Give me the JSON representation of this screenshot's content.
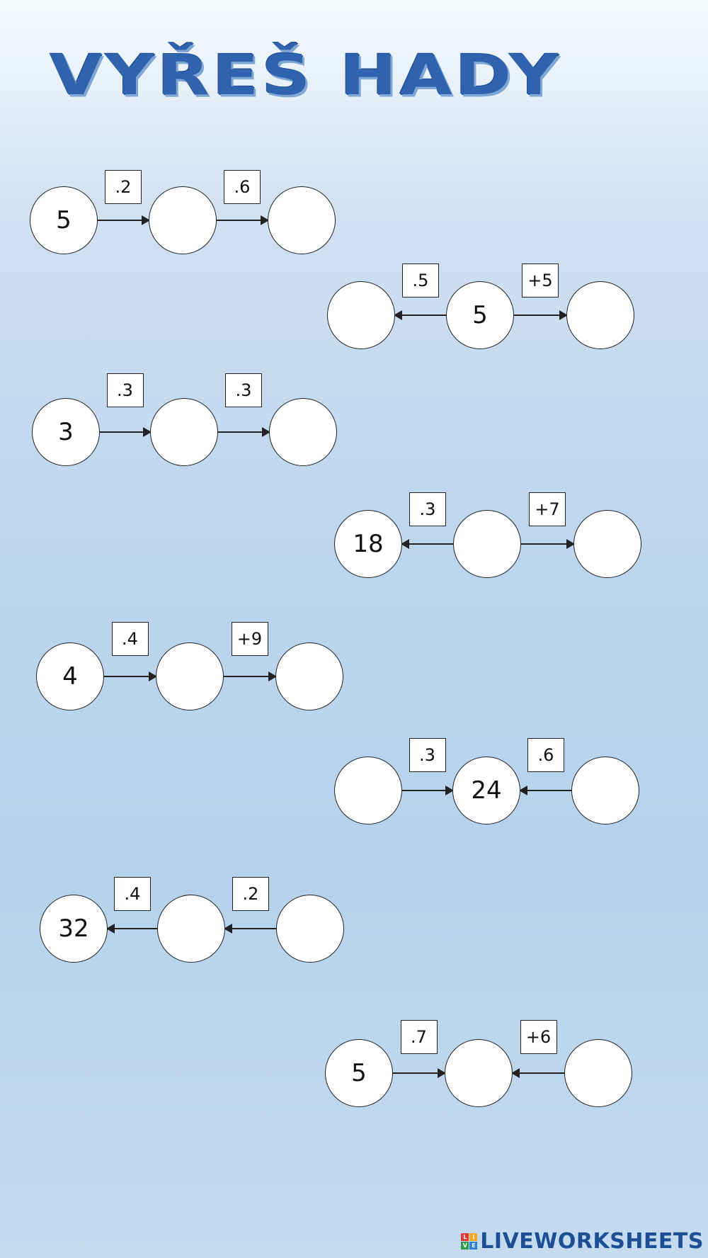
{
  "title": "VYŘEŠ HADY",
  "snakes": [
    {
      "circles": [
        "5",
        "",
        ""
      ],
      "operators": [
        ".2",
        ".6"
      ],
      "arrows": [
        "right",
        "right"
      ]
    },
    {
      "circles": [
        "",
        "5",
        ""
      ],
      "operators": [
        ".5",
        "+5"
      ],
      "arrows": [
        "left",
        "right"
      ]
    },
    {
      "circles": [
        "3",
        "",
        ""
      ],
      "operators": [
        ".3",
        ".3"
      ],
      "arrows": [
        "right",
        "right"
      ]
    },
    {
      "circles": [
        "18",
        "",
        ""
      ],
      "operators": [
        ".3",
        "+7"
      ],
      "arrows": [
        "left",
        "right"
      ]
    },
    {
      "circles": [
        "4",
        "",
        ""
      ],
      "operators": [
        ".4",
        "+9"
      ],
      "arrows": [
        "right",
        "right"
      ]
    },
    {
      "circles": [
        "",
        "24",
        ""
      ],
      "operators": [
        ".3",
        ".6"
      ],
      "arrows": [
        "right",
        "left"
      ]
    },
    {
      "circles": [
        "32",
        "",
        ""
      ],
      "operators": [
        ".4",
        ".2"
      ],
      "arrows": [
        "left",
        "left"
      ]
    },
    {
      "circles": [
        "5",
        "",
        ""
      ],
      "operators": [
        ".7",
        "+6"
      ],
      "arrows": [
        "right",
        "left"
      ]
    }
  ],
  "footer": {
    "logo_mark": [
      "L",
      "I",
      "V",
      "E"
    ],
    "brand": "LIVEWORKSHEETS",
    "colors": [
      "#e23a3a",
      "#f5a623",
      "#2a9d4b",
      "#2b7fd4"
    ]
  }
}
